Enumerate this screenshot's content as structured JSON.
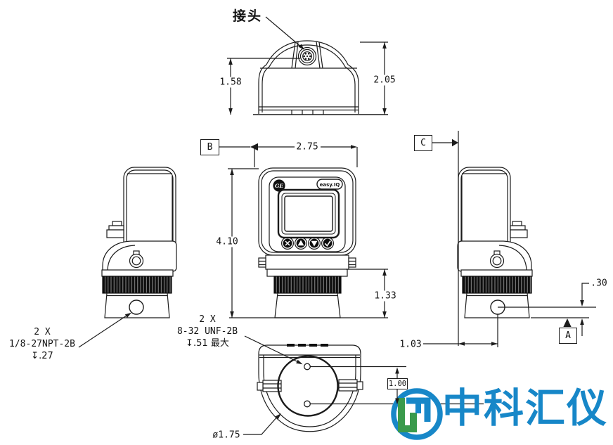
{
  "drawing": {
    "labels": {
      "connector": "接头",
      "note_npt": {
        "line1": "2 X",
        "line2": "1/8-27NPT-2B",
        "line3": "↧.27"
      },
      "note_unf": {
        "line1": "2 X",
        "line2": "8-32 UNF-2B",
        "line3": "↧.51 最大"
      }
    },
    "dimensions": {
      "top_height_partial": "1.58",
      "top_height_total": "2.05",
      "front_width": "2.75",
      "front_height": "4.10",
      "base_height": "1.33",
      "port_offset_vertical": ".30",
      "port_offset_horizontal": "1.03",
      "hole_spacing": "1.00",
      "base_diameter": "ø1.75"
    },
    "datums": {
      "b": "B",
      "c": "C",
      "a": "A"
    },
    "device_face": {
      "brand_monogram": "GE",
      "badge": "easy.IQ"
    }
  },
  "watermark": {
    "company": "中科汇仪",
    "blue": "#1787c8",
    "green": "#3a9a4c"
  }
}
